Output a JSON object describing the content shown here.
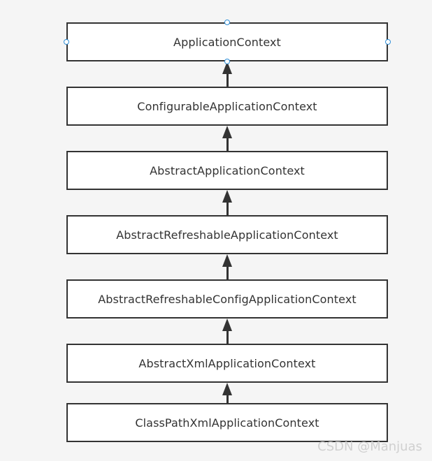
{
  "diagram": {
    "nodes": [
      {
        "label": "ApplicationContext"
      },
      {
        "label": "ConfigurableApplicationContext"
      },
      {
        "label": "AbstractApplicationContext"
      },
      {
        "label": "AbstractRefreshableApplicationContext"
      },
      {
        "label": "AbstractRefreshableConfigApplicationContext"
      },
      {
        "label": "AbstractXmlApplicationContext"
      },
      {
        "label": "ClassPathXmlApplicationContext"
      }
    ],
    "edges": [
      {
        "from": "ConfigurableApplicationContext",
        "to": "ApplicationContext"
      },
      {
        "from": "AbstractApplicationContext",
        "to": "ConfigurableApplicationContext"
      },
      {
        "from": "AbstractRefreshableApplicationContext",
        "to": "AbstractApplicationContext"
      },
      {
        "from": "AbstractRefreshableConfigApplicationContext",
        "to": "AbstractRefreshableApplicationContext"
      },
      {
        "from": "AbstractXmlApplicationContext",
        "to": "AbstractRefreshableConfigApplicationContext"
      },
      {
        "from": "ClassPathXmlApplicationContext",
        "to": "AbstractXmlApplicationContext"
      }
    ],
    "selected_node": "ApplicationContext"
  },
  "watermark": {
    "text": "CSDN @Manjuas"
  },
  "colors": {
    "background": "#f5f5f5",
    "node_border": "#333333",
    "node_fill": "#ffffff",
    "text": "#333333",
    "arrow": "#333333",
    "selection_handle": "#2f8fd8",
    "watermark": "#d0d0d0"
  }
}
